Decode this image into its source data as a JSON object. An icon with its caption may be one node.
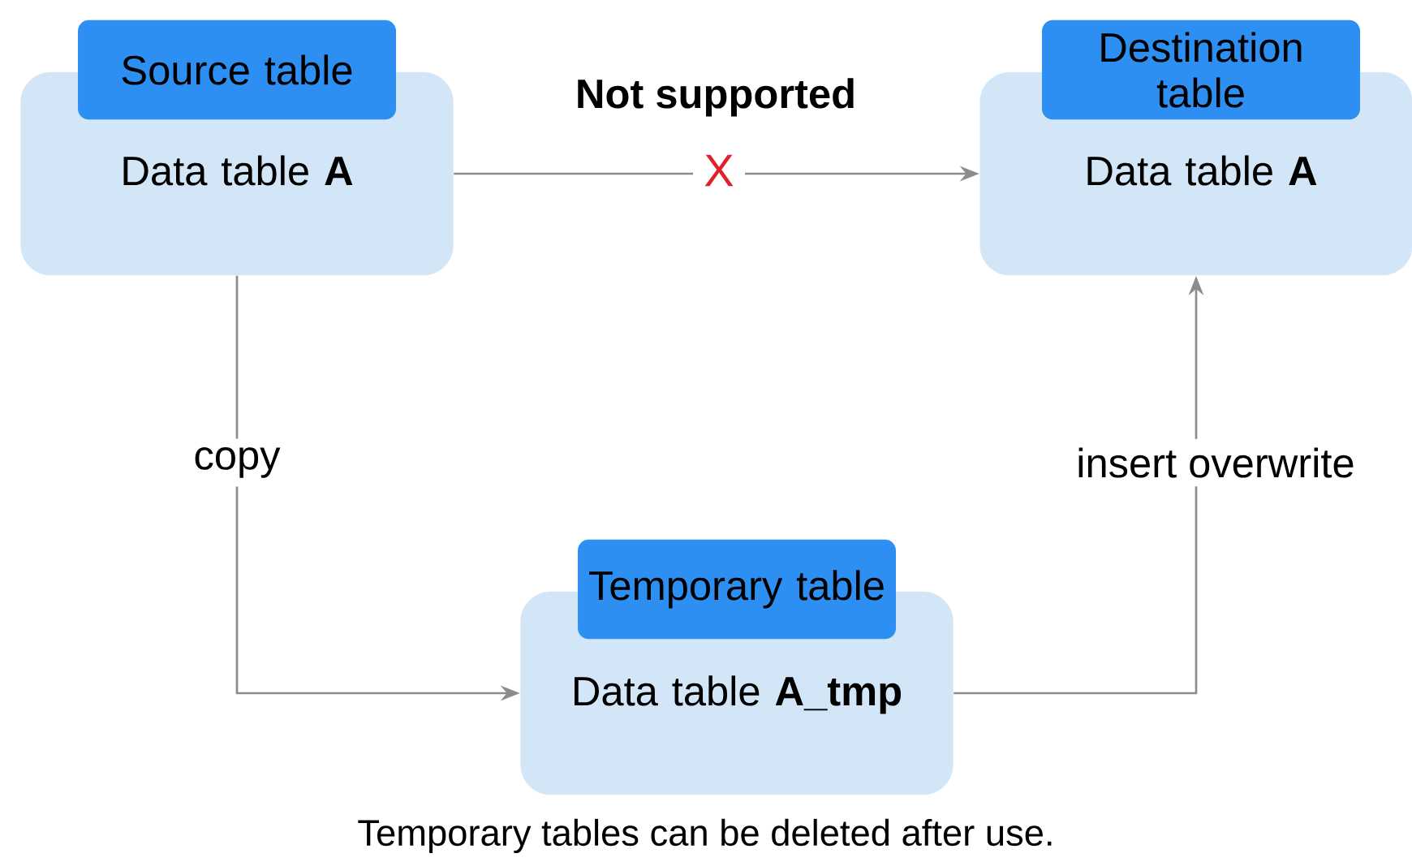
{
  "diagram": {
    "caption": "Temporary tables can be deleted after use.",
    "nodes": [
      {
        "text": [
          "Source table",
          "Data table **A**"
        ]
      },
      {
        "text": [
          "Destination table",
          "Data table **A**"
        ]
      },
      {
        "text": [
          "Temporary table",
          "Data table **A_tmp**"
        ]
      }
    ],
    "edges": [
      {
        "from": 0,
        "to": 1,
        "arrow": "to",
        "label": "Not supported"
      },
      {
        "from": 0,
        "to": 2,
        "arrow": "to",
        "label": "copy"
      },
      {
        "from": 2,
        "to": 1,
        "arrow": "to",
        "label": "insert overwrite"
      }
    ],
    "labels": [
      "X"
    ]
  }
}
